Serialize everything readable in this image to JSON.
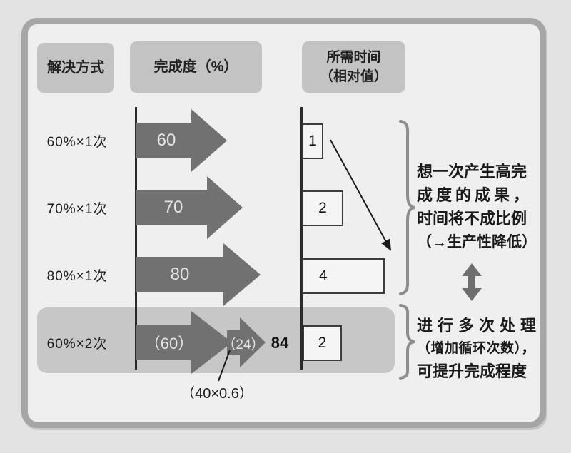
{
  "figure": {
    "headers": {
      "method": "解决方式",
      "completion": "完成度（%）",
      "time_line1": "所需时间",
      "time_line2": "（相对值）"
    },
    "rows": [
      {
        "label": "60%×1次",
        "completion": "60",
        "time": "1"
      },
      {
        "label": "70%×1次",
        "completion": "70",
        "time": "2"
      },
      {
        "label": "80%×1次",
        "completion": "80",
        "time": "4"
      },
      {
        "label": "60%×2次",
        "completion_first": "（60）",
        "completion_second": "（24）",
        "total": "84",
        "time": "2"
      }
    ],
    "callout": "（40×0.6）",
    "annotations": {
      "single_pass": [
        "想一次产生高完",
        "成度的成果，",
        "时间将不成比例",
        "（→生产性降低）"
      ],
      "multi_pass": [
        "进行多次处理",
        "（增加循环次数），",
        "可提升完成程度"
      ]
    }
  },
  "colors": {
    "page_bg": "#e3e3e3",
    "panel_bg": "#efefef",
    "panel_border": "#a6a6a6",
    "header_bg": "#c3c3c3",
    "arrow": "#717171",
    "arrow_label": "#e4e4e4",
    "highlight_band": "#c7c7c7",
    "time_box_bg": "#f5f5f5",
    "time_box_border": "#3c3c3c",
    "text": "#1a1a1a",
    "brace": "#8d8d8d"
  },
  "chart_data": {
    "type": "bar",
    "categories": [
      "60%×1次",
      "70%×1次",
      "80%×1次",
      "60%×2次"
    ],
    "series": [
      {
        "name": "完成度（%）",
        "values": [
          60,
          70,
          80,
          84
        ]
      },
      {
        "name": "所需时间（相对值）",
        "values": [
          1,
          2,
          4,
          2
        ]
      }
    ],
    "annotations": [
      "60%×2次：60 + 24（40×0.6）= 84",
      "（40×0.6）"
    ],
    "legend_position": "top",
    "grid": false
  }
}
